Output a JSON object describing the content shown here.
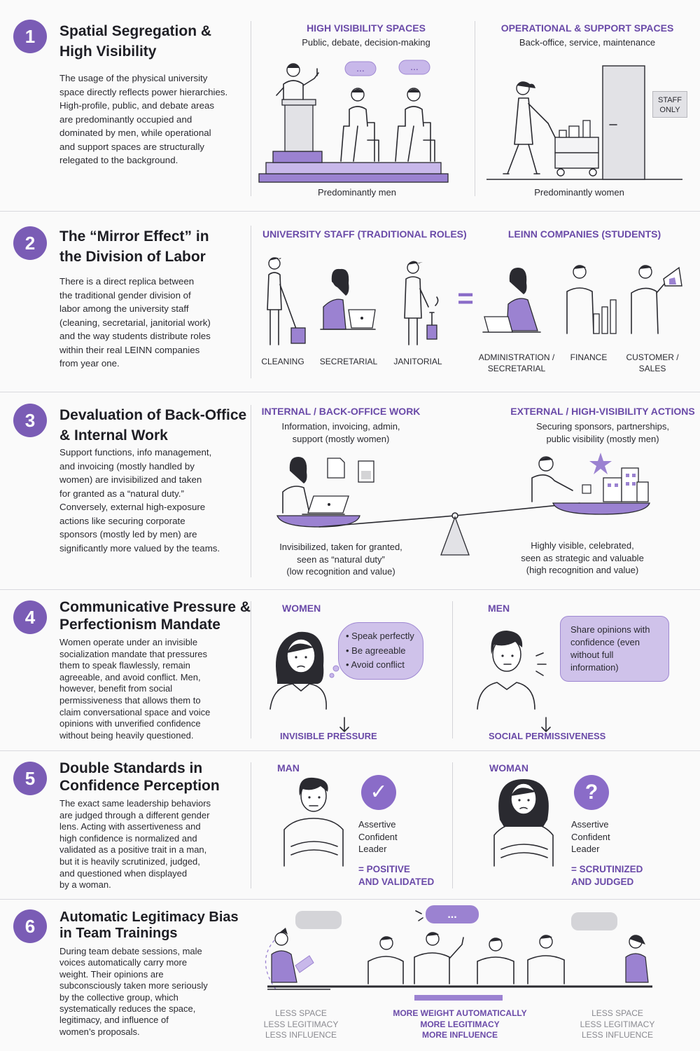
{
  "s1": {
    "num": "1",
    "title": "Spatial Segregation &\nHigh Visibility",
    "desc": "The usage of the physical university\nspace directly reflects power hierarchies.\nHigh-profile, public, and debate areas\nare predominantly occupied and\ndominated by men, while operational\nand support spaces are structurally\nrelegated to the background.",
    "left": {
      "title": "HIGH VISIBILITY SPACES",
      "sub": "Public, debate, decision-making",
      "caption": "Predominantly men"
    },
    "right": {
      "title": "OPERATIONAL & SUPPORT SPACES",
      "sub": "Back-office, service, maintenance",
      "caption": "Predominantly women",
      "sign": "STAFF\nONLY"
    }
  },
  "s2": {
    "num": "2",
    "title": "The “Mirror Effect” in\nthe Division of Labor",
    "desc": "There is a direct replica between\nthe traditional gender division of\nlabor among the university staff\n(cleaning, secretarial, janitorial work)\nand the way students distribute roles\nwithin their real LEINN companies\nfrom year one.",
    "left": {
      "title": "UNIVERSITY STAFF (TRADITIONAL ROLES)",
      "roles": [
        "CLEANING",
        "SECRETARIAL",
        "JANITORIAL"
      ]
    },
    "equals": "=",
    "right": {
      "title": "LEINN COMPANIES (STUDENTS)",
      "roles": [
        "ADMINISTRATION /\nSECRETARIAL",
        "FINANCE",
        "CUSTOMER /\nSALES"
      ]
    }
  },
  "s3": {
    "num": "3",
    "title": "Devaluation of Back-Office\n& Internal Work",
    "desc": "Support functions, info management,\nand invoicing (mostly handled by\nwomen) are invisibilized and taken\nfor granted as a “natural duty.”\nConversely, external high-exposure\nactions like securing corporate\nsponsors (mostly led by men) are\nsignificantly more valued by the teams.",
    "left": {
      "title": "INTERNAL / BACK-OFFICE WORK",
      "sub": "Information, invoicing, admin,\nsupport (mostly women)",
      "caption": "Invisibilized, taken for granted,\nseen as “natural duty”\n(low recognition and value)"
    },
    "right": {
      "title": "EXTERNAL / HIGH-VISIBILITY ACTIONS",
      "sub": "Securing sponsors, partnerships,\npublic visibility (mostly men)",
      "caption": "Highly visible, celebrated,\nseen as strategic and valuable\n(high recognition and value)"
    }
  },
  "s4": {
    "num": "4",
    "title": "Communicative Pressure &\nPerfectionism Mandate",
    "desc": "Women operate under an invisible\nsocialization mandate that pressures\nthem to speak flawlessly, remain\nagreeable, and avoid conflict. Men,\nhowever, benefit from social\npermissiveness that allows them to\nclaim conversational space and voice\nopinions with unverified confidence\nwithout being heavily questioned.",
    "left": {
      "title": "WOMEN",
      "bubble": "• Speak perfectly\n• Be agreeable\n• Avoid conflict",
      "caption": "INVISIBLE PRESSURE"
    },
    "right": {
      "title": "MEN",
      "bubble": "Share opinions with\nconfidence (even\nwithout full information)",
      "caption": "SOCIAL PERMISSIVENESS"
    }
  },
  "s5": {
    "num": "5",
    "title": "Double Standards in\nConfidence Perception",
    "desc": "The exact same leadership behaviors\nare judged through a different gender\nlens. Acting with assertiveness and\nhigh confidence is normalized and\nvalidated as a positive trait in a man,\nbut it is heavily scrutinized, judged,\nand questioned when displayed\nby a woman.",
    "left": {
      "title": "MAN",
      "traits": "Assertive\nConfident\nLeader",
      "result": "= POSITIVE\nAND VALIDATED"
    },
    "right": {
      "title": "WOMAN",
      "traits": "Assertive\nConfident\nLeader",
      "result": "= SCRUTINIZED\nAND JUDGED"
    }
  },
  "s6": {
    "num": "6",
    "title": "Automatic Legitimacy Bias\nin Team Trainings",
    "desc": "During team debate sessions, male\nvoices automatically carry more\nweight. Their opinions are\nsubconsciously taken more seriously\nby the collective group, which\nsystematically reduces the space,\nlegitimacy, and influence of\nwomen’s proposals.",
    "left_caption": "LESS SPACE\nLESS LEGITIMACY\nLESS INFLUENCE",
    "center_caption": "MORE WEIGHT AUTOMATICALLY\nMORE LEGITIMACY\nMORE INFLUENCE",
    "right_caption": "LESS SPACE\nLESS LEGITIMACY\nLESS INFLUENCE"
  },
  "colors": {
    "accent": "#7a5cb5",
    "accent_light": "#c8b8ea",
    "text": "#1e1e24",
    "muted": "#8a8a90"
  }
}
